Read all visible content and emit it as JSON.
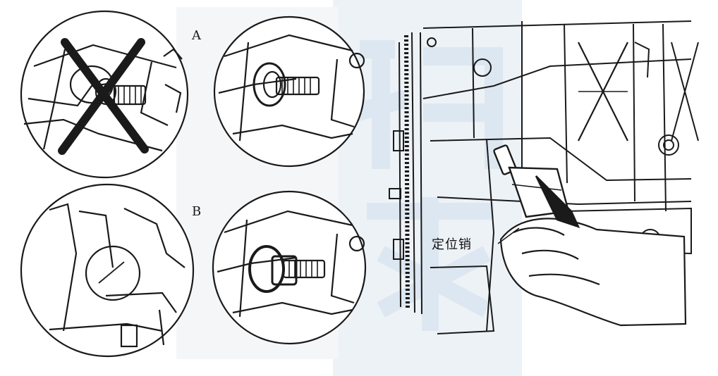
{
  "labels": {
    "a": "A",
    "b": "B",
    "pin": "定位销"
  },
  "colors": {
    "line": "#1a1a1a",
    "watermark": "#c9d9e8",
    "ghost_text": "#d9dfe6",
    "paper": "#ffffff"
  }
}
